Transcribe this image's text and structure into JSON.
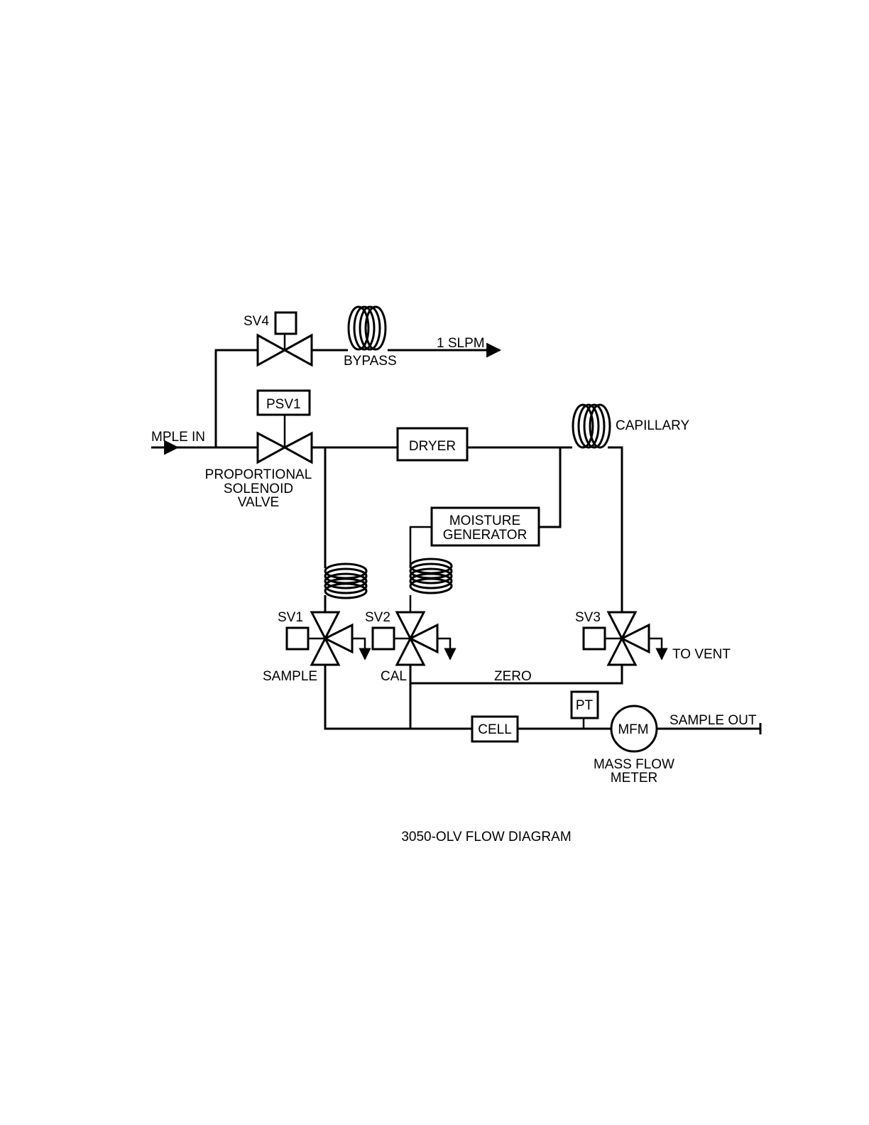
{
  "labels": {
    "sv4": "SV4",
    "bypass": "BYPASS",
    "slpm": "1 SLPM",
    "psv1": "PSV1",
    "sample_in": "MPLE IN",
    "prop_line1": "PROPORTIONAL",
    "prop_line2": "SOLENOID",
    "prop_line3": "VALVE",
    "dryer": "DRYER",
    "capillary": "CAPILLARY",
    "moisture_line1": "MOISTURE",
    "moisture_line2": "GENERATOR",
    "sv1": "SV1",
    "sv2": "SV2",
    "sv3": "SV3",
    "to_vent": "TO VENT",
    "sample": "SAMPLE",
    "cal": "CAL",
    "zero": "ZERO",
    "pt": "PT",
    "cell": "CELL",
    "mfm": "MFM",
    "sample_out": "SAMPLE OUT",
    "mass_line1": "MASS FLOW",
    "mass_line2": "METER"
  },
  "caption": "3050-OLV FLOW DIAGRAM"
}
